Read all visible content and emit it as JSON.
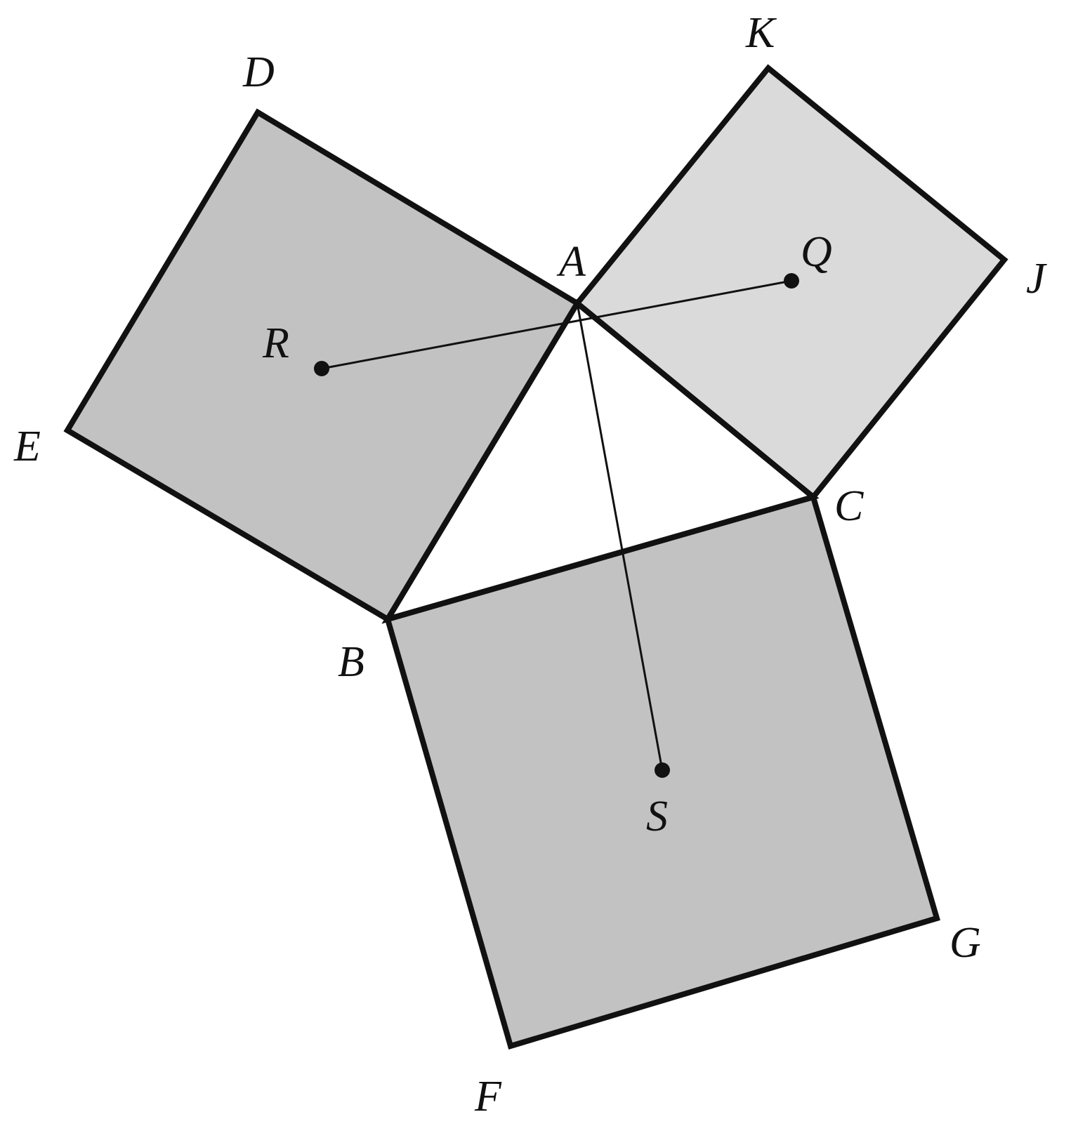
{
  "figure": {
    "colors": {
      "outline": "#111111",
      "square_abde_fill": "#c2c2c2",
      "square_acjk_fill": "#dadada",
      "square_bcgf_fill": "#c2c2c2",
      "background": "#ffffff"
    },
    "vertices": {
      "A": "A",
      "B": "B",
      "C": "C",
      "D": "D",
      "E": "E",
      "F": "F",
      "G": "G",
      "J": "J",
      "K": "K"
    },
    "centers": {
      "Q": "Q",
      "R": "R",
      "S": "S"
    },
    "shapes": {
      "squares": [
        "ABED",
        "ACJK",
        "BCGF"
      ],
      "triangle": "ABC",
      "segments": [
        "RQ",
        "AS"
      ]
    }
  }
}
